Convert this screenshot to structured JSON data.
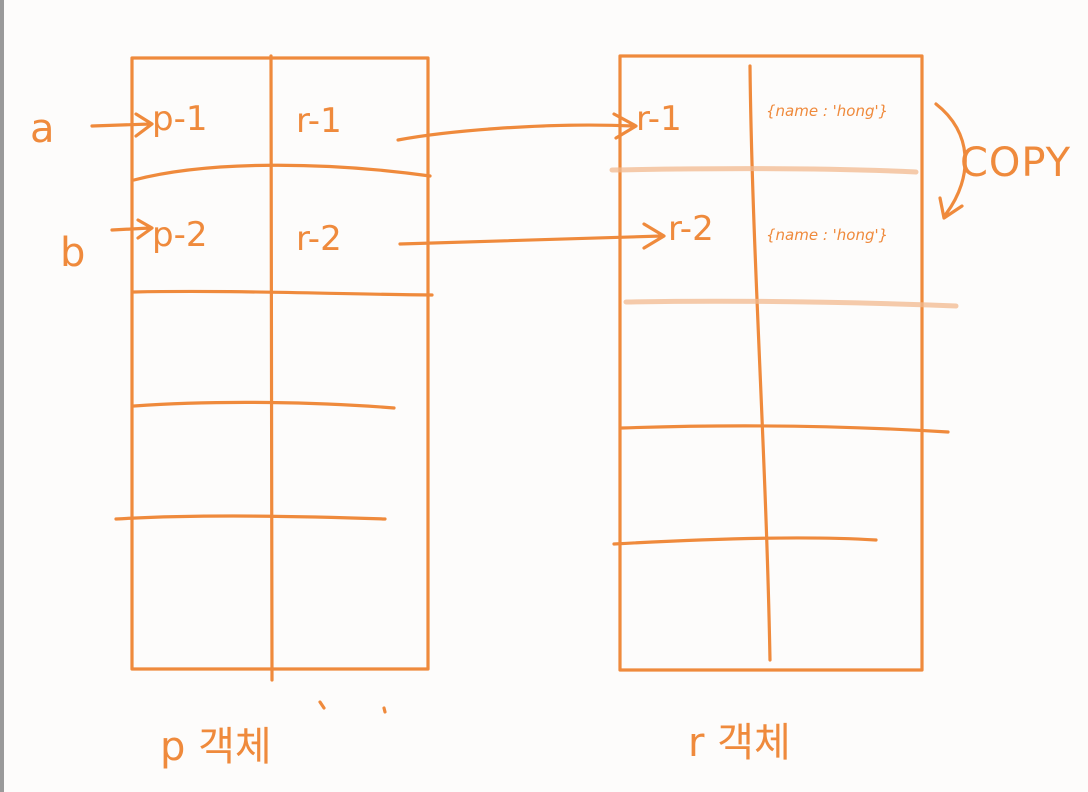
{
  "pointers": [
    "a",
    "b"
  ],
  "left_table": {
    "row1": {
      "col1": "p-1",
      "col2": "r-1"
    },
    "row2": {
      "col1": "p-2",
      "col2": "r-2"
    },
    "caption": "p 객체"
  },
  "right_table": {
    "row1": {
      "key": "r-1",
      "value": "{name : 'hong'}"
    },
    "row2": {
      "key": "r-2",
      "value": "{name : 'hong'}"
    },
    "caption": "r 객체"
  },
  "annotation": "COPY",
  "colors": {
    "ink": "#ef8a3c",
    "ink_soft": "#f2b98f",
    "background": "#fdfcfb"
  }
}
